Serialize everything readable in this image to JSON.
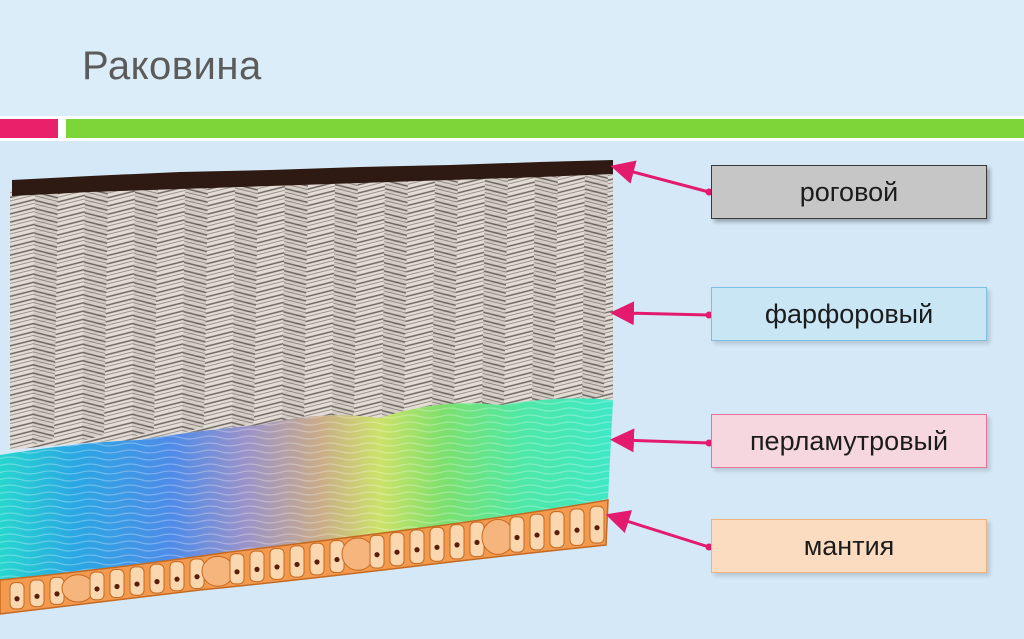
{
  "slide": {
    "title": "Раковина"
  },
  "labels": [
    {
      "id": "horny",
      "text": "роговой"
    },
    {
      "id": "porcelain",
      "text": "фарфоровый"
    },
    {
      "id": "nacre",
      "text": "перламутровый"
    },
    {
      "id": "mantle",
      "text": "мантия"
    }
  ],
  "colors": {
    "title_text": "#5b5b5b",
    "accent_pink": "#e8216a",
    "accent_green": "#7cd63a",
    "arrow": "#e31a6e",
    "horny_layer": "#2e1a12",
    "porcelain_layer": "#9a938d",
    "mantle_cells": "#f49a4e"
  }
}
